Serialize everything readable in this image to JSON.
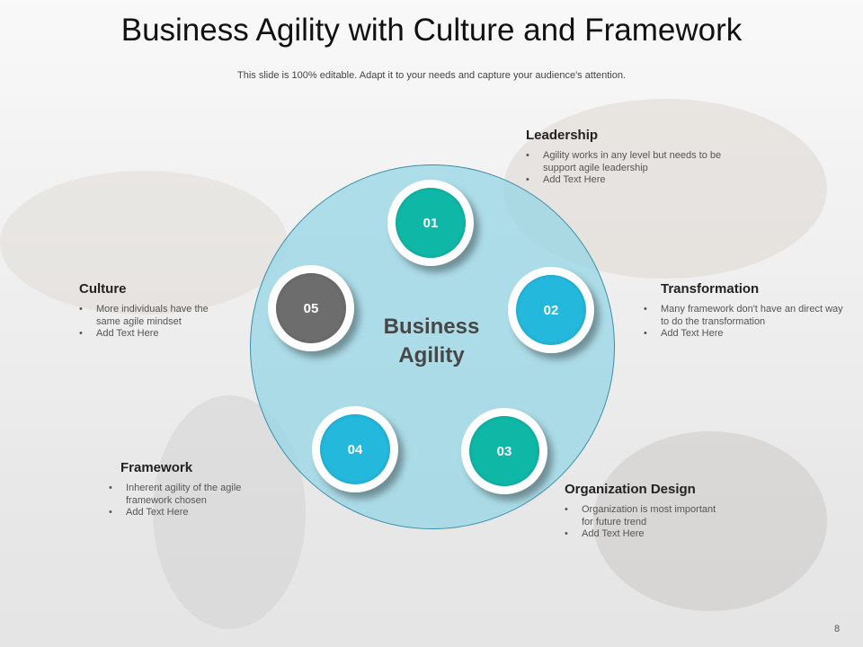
{
  "slide": {
    "title": "Business Agility with Culture and Framework",
    "subtitle": "This slide is 100% editable. Adapt it to your needs and capture your audience's attention.",
    "center_label_line1": "Business",
    "center_label_line2": "Agility",
    "page_number": "8"
  },
  "nodes": [
    {
      "label": "01",
      "color": "#0fb7a6"
    },
    {
      "label": "02",
      "color": "#24b8dc"
    },
    {
      "label": "03",
      "color": "#0fb7a6"
    },
    {
      "label": "04",
      "color": "#24b8dc"
    },
    {
      "label": "05",
      "color": "#6d6d6d"
    }
  ],
  "sections": {
    "leadership": {
      "heading": "Leadership",
      "bullets": [
        "Agility works in any level but needs to be support agile leadership",
        "Add Text Here"
      ]
    },
    "transformation": {
      "heading": "Transformation",
      "bullets": [
        "Many framework don't have an direct way to do the transformation",
        "Add Text Here"
      ]
    },
    "organization_design": {
      "heading": "Organization  Design",
      "bullets": [
        "Organization is most important for future trend",
        "Add Text Here"
      ]
    },
    "framework": {
      "heading": "Framework",
      "bullets": [
        "Inherent agility of the agile framework chosen",
        "Add Text Here"
      ]
    },
    "culture": {
      "heading": "Culture",
      "bullets": [
        "More individuals have the same agile mindset",
        "Add Text  Here"
      ]
    }
  }
}
